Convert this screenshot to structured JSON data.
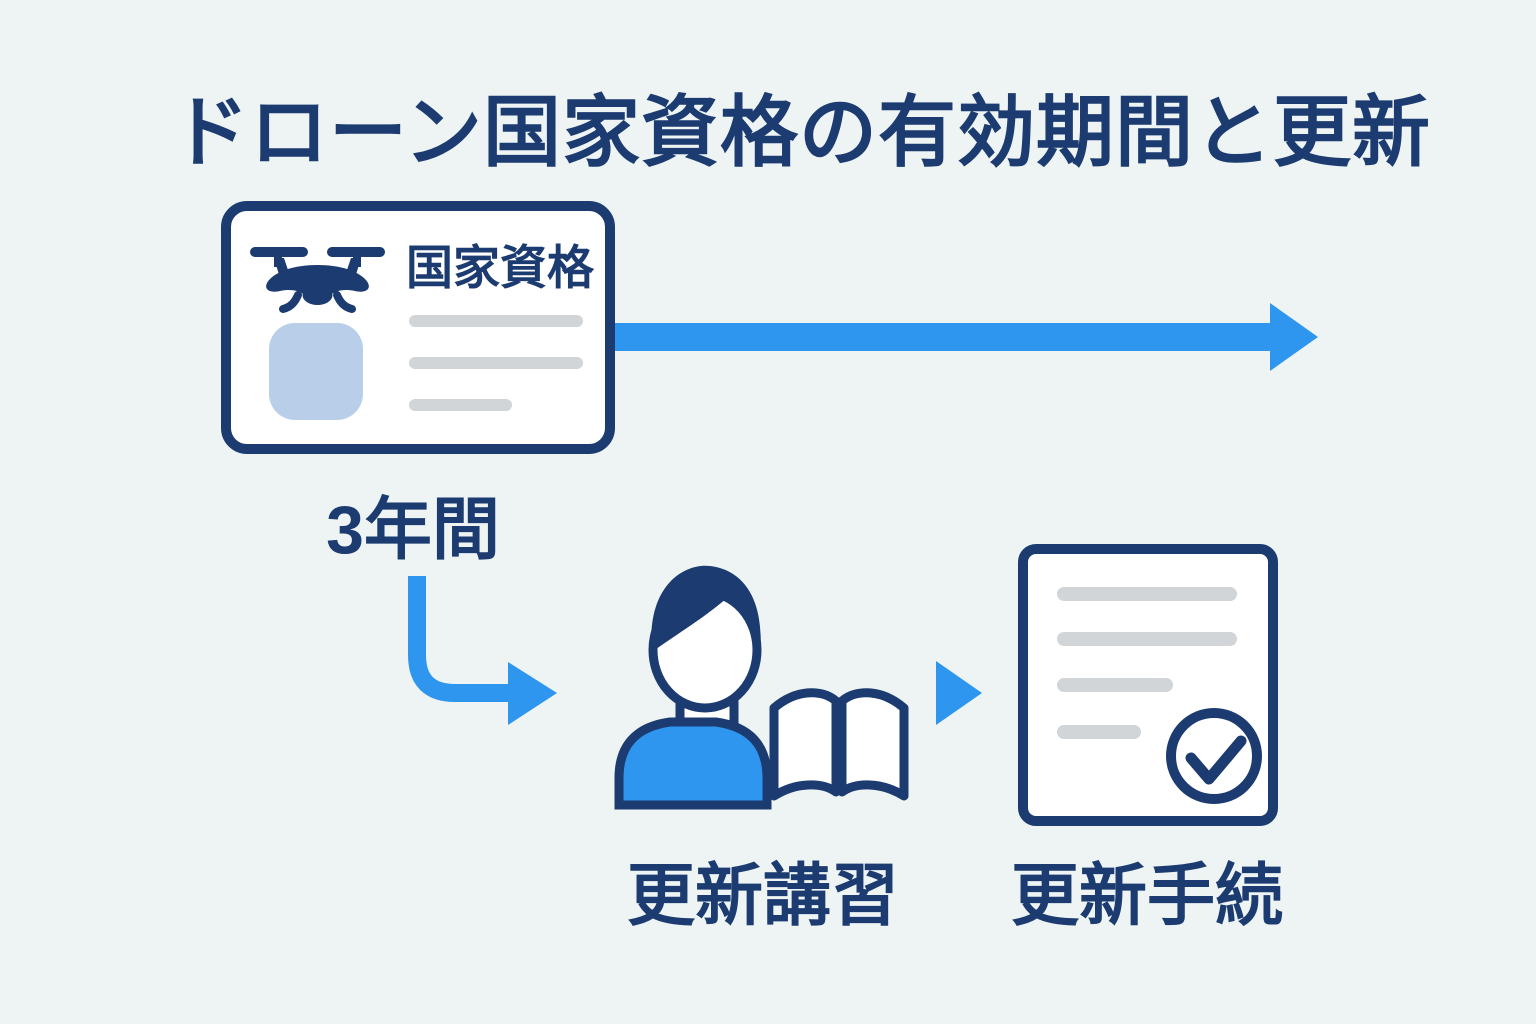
{
  "title": "ドローン国家資格の有効期間と更新",
  "license_card": {
    "label": "国家資格",
    "icon": "drone-icon",
    "photo": "photo-placeholder",
    "text_line_count": 3
  },
  "validity_label": "3年間",
  "steps": [
    {
      "label": "更新講習",
      "icon": "person-reading-icon"
    },
    {
      "label": "更新手続",
      "icon": "document-check-icon"
    }
  ],
  "arrows": {
    "timeline": "right-arrow",
    "elbow": "down-right-elbow-arrow",
    "connector": "small-right-triangle"
  },
  "colors": {
    "background": "#edf4f3",
    "navy": "#1c3b70",
    "accent_blue": "#2e96ee",
    "photo_blue": "#b9cfe9",
    "placeholder_gray": "#d2d5d8",
    "white": "#ffffff"
  }
}
